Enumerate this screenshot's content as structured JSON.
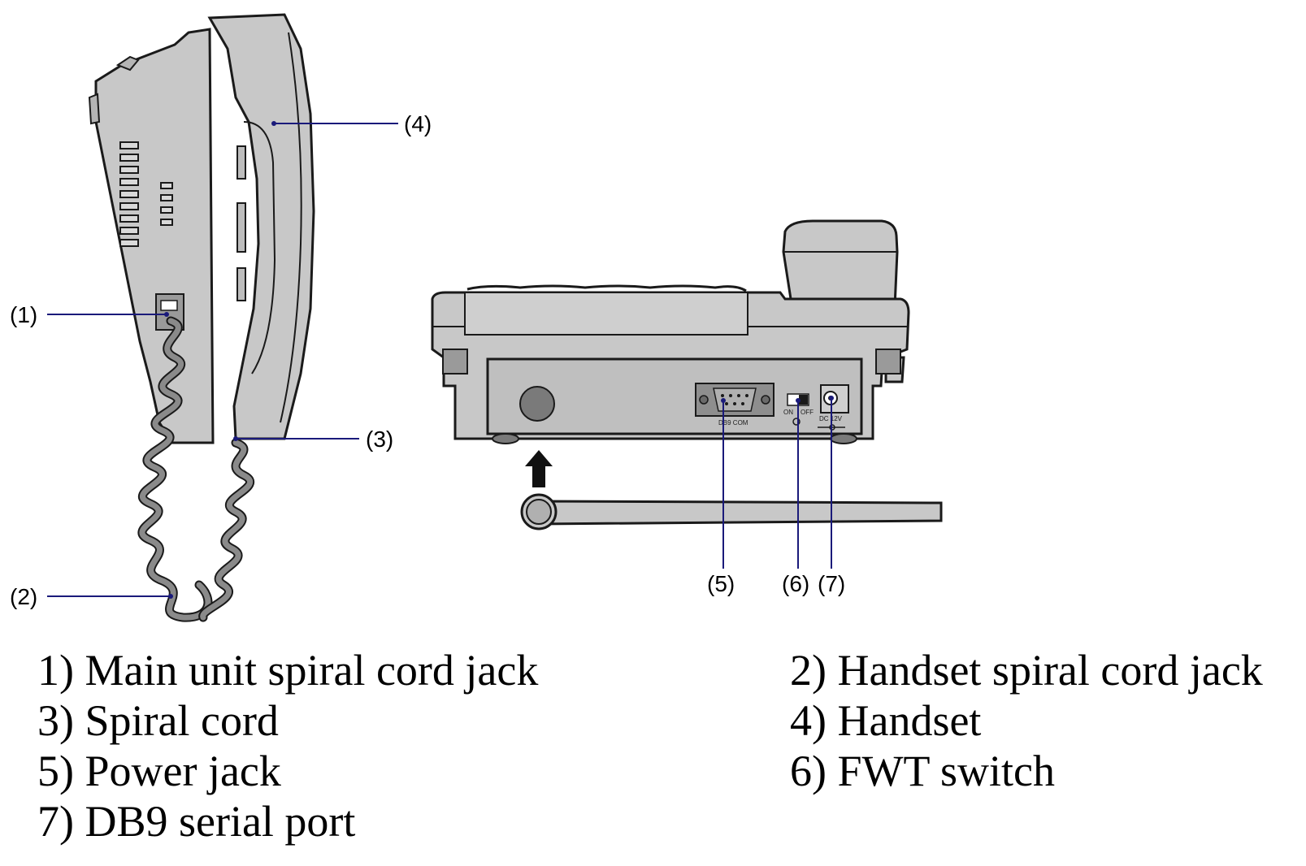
{
  "colors": {
    "body": "#c8c8c8",
    "body_dark": "#a9a9a9",
    "outline": "#1a1a1a",
    "leader_line": "#1a1a7a",
    "cord": "#8a8a8a"
  },
  "callouts": {
    "c1": "(1)",
    "c2": "(2)",
    "c3": "(3)",
    "c4": "(4)",
    "c5": "(5)",
    "c6": "(6)",
    "c7": "(7)"
  },
  "panel_labels": {
    "db9": "DB9 COM",
    "on": "ON",
    "off": "OFF",
    "dc": "DC 12V"
  },
  "legend": [
    "1) Main unit spiral cord jack",
    "2) Handset spiral cord jack",
    "3) Spiral cord",
    "4) Handset",
    "5) Power jack",
    "6) FWT switch",
    "7) DB9 serial port"
  ]
}
